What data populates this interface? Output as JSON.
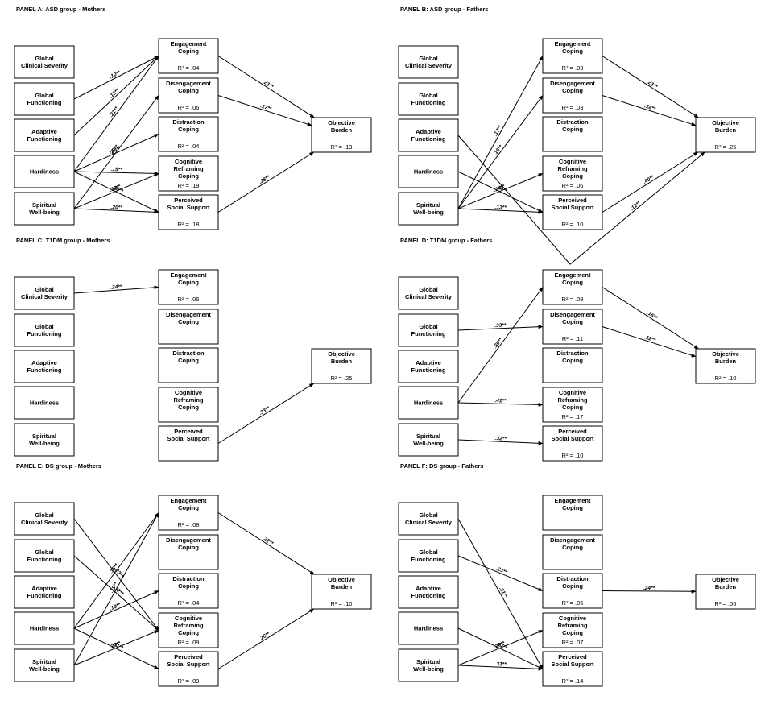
{
  "panels": [
    {
      "title": "PANEL A: ASD group - Mothers",
      "boxes": {
        "p1": {
          "lines": [
            "Global",
            "Clinical Severity"
          ]
        },
        "p2": {
          "lines": [
            "Global",
            "Functioning"
          ]
        },
        "p3": {
          "lines": [
            "Adaptive",
            "Functioning"
          ]
        },
        "p4": {
          "lines": [
            "Hardiness"
          ]
        },
        "p5": {
          "lines": [
            "Spiritual",
            "Well-being"
          ]
        },
        "m1": {
          "lines": [
            "Engagement",
            "Coping"
          ],
          "r2": "R² = .04"
        },
        "m2": {
          "lines": [
            "Disengagement",
            "Coping"
          ],
          "r2": "R² = .06"
        },
        "m3": {
          "lines": [
            "Distraction",
            "Coping"
          ],
          "r2": "R² = .04"
        },
        "m4": {
          "lines": [
            "Cognitive",
            "Reframing",
            "Coping"
          ],
          "r2": "R² = .19"
        },
        "m5": {
          "lines": [
            "Perceived",
            "Social Support"
          ],
          "r2": "R² = .18"
        },
        "o": {
          "lines": [
            "Objective",
            "Burden"
          ],
          "r2": "R² = .13"
        }
      },
      "paths": [
        {
          "from": "p2",
          "to": "m1",
          "coef": ".10**"
        },
        {
          "from": "p3",
          "to": "m1",
          "coef": ".18**"
        },
        {
          "from": "p4",
          "to": "m1",
          "coef": ".21**"
        },
        {
          "from": "p5",
          "to": "m2",
          "coef": ".20**"
        },
        {
          "from": "p4",
          "to": "m3",
          "coef": ".19**"
        },
        {
          "from": "p4",
          "to": "m4",
          "coef": ".15**"
        },
        {
          "from": "p4",
          "to": "m5",
          "coef": ".30**"
        },
        {
          "from": "p5",
          "to": "m4",
          "coef": ".32**"
        },
        {
          "from": "p5",
          "to": "m5",
          "coef": ".20**"
        },
        {
          "from": "m1",
          "to": "o",
          "coef": ".21**"
        },
        {
          "from": "m2",
          "to": "o",
          "coef": ".17**"
        },
        {
          "from": "m5",
          "to": "o",
          "coef": ".28**"
        }
      ]
    },
    {
      "title": "PANEL B: ASD group - Fathers",
      "boxes": {
        "p1": {
          "lines": [
            "Global",
            "Clinical Severity"
          ]
        },
        "p2": {
          "lines": [
            "Global",
            "Functioning"
          ]
        },
        "p3": {
          "lines": [
            "Adaptive",
            "Functioning"
          ]
        },
        "p4": {
          "lines": [
            "Hardiness"
          ]
        },
        "p5": {
          "lines": [
            "Spiritual",
            "Well-being"
          ]
        },
        "m1": {
          "lines": [
            "Engagement",
            "Coping"
          ],
          "r2": "R² = .03"
        },
        "m2": {
          "lines": [
            "Disengagement",
            "Coping"
          ],
          "r2": "R² = .03"
        },
        "m3": {
          "lines": [
            "Distraction",
            "Coping"
          ]
        },
        "m4": {
          "lines": [
            "Cognitive",
            "Reframing",
            "Coping"
          ],
          "r2": "R² = .06"
        },
        "m5": {
          "lines": [
            "Perceived",
            "Social Support"
          ],
          "r2": "R² = .10"
        },
        "o": {
          "lines": [
            "Objective",
            "Burden"
          ],
          "r2": "R² = .25"
        }
      },
      "paths": [
        {
          "from": "p5",
          "to": "m1",
          "coef": ".17**"
        },
        {
          "from": "p5",
          "to": "m2",
          "coef": ".18**"
        },
        {
          "from": "p5",
          "to": "m4",
          "coef": ".24**"
        },
        {
          "from": "p4",
          "to": "m5",
          "coef": ".24**"
        },
        {
          "from": "p5",
          "to": "m5",
          "coef": ".13**"
        },
        {
          "from": "m1",
          "to": "o",
          "coef": ".21**"
        },
        {
          "from": "m2",
          "to": "o",
          "coef": ".18**"
        },
        {
          "from": "m5",
          "to": "o",
          "coef": ".40**"
        },
        {
          "from": "p3",
          "to": "o",
          "coef": ".12**",
          "via": [
            708,
            328
          ]
        }
      ]
    },
    {
      "title": "PANEL C: T1DM group - Mothers",
      "boxes": {
        "p1": {
          "lines": [
            "Global",
            "Clinical Severity"
          ]
        },
        "p2": {
          "lines": [
            "Global",
            "Functioning"
          ]
        },
        "p3": {
          "lines": [
            "Adaptive",
            "Functioning"
          ]
        },
        "p4": {
          "lines": [
            "Hardiness"
          ]
        },
        "p5": {
          "lines": [
            "Spiritual",
            "Well-being"
          ]
        },
        "m1": {
          "lines": [
            "Engagement",
            "Coping"
          ],
          "r2": "R² = .06"
        },
        "m2": {
          "lines": [
            "Disengagement",
            "Coping"
          ]
        },
        "m3": {
          "lines": [
            "Distraction",
            "Coping"
          ]
        },
        "m4": {
          "lines": [
            "Cognitive",
            "Reframing",
            "Coping"
          ]
        },
        "m5": {
          "lines": [
            "Perceived",
            "Social Support"
          ]
        },
        "o": {
          "lines": [
            "Objective",
            "Burden"
          ],
          "r2": "R² = .25"
        }
      },
      "paths": [
        {
          "from": "p1",
          "to": "m1",
          "coef": ".24**"
        },
        {
          "from": "m5",
          "to": "o",
          "coef": ".33**"
        }
      ]
    },
    {
      "title": "PANEL D: T1DM group - Fathers",
      "boxes": {
        "p1": {
          "lines": [
            "Global",
            "Clinical Severity"
          ]
        },
        "p2": {
          "lines": [
            "Global",
            "Functioning"
          ]
        },
        "p3": {
          "lines": [
            "Adaptive",
            "Functioning"
          ]
        },
        "p4": {
          "lines": [
            "Hardiness"
          ]
        },
        "p5": {
          "lines": [
            "Spiritual",
            "Well-being"
          ]
        },
        "m1": {
          "lines": [
            "Engagement",
            "Coping"
          ],
          "r2": "R² = .09"
        },
        "m2": {
          "lines": [
            "Disengagement",
            "Coping"
          ],
          "r2": "R² = .11"
        },
        "m3": {
          "lines": [
            "Distraction",
            "Coping"
          ]
        },
        "m4": {
          "lines": [
            "Cognitive",
            "Reframing",
            "Coping"
          ],
          "r2": "R² = .17"
        },
        "m5": {
          "lines": [
            "Perceived",
            "Social Support"
          ],
          "r2": "R² = .10"
        },
        "o": {
          "lines": [
            "Objective",
            "Burden"
          ],
          "r2": "R² = .10"
        }
      },
      "paths": [
        {
          "from": "p2",
          "to": "m2",
          "coef": ".33**"
        },
        {
          "from": "p4",
          "to": "m1",
          "coef": ".30**"
        },
        {
          "from": "p4",
          "to": "m4",
          "coef": ".41**"
        },
        {
          "from": "p5",
          "to": "m5",
          "coef": ".32**"
        },
        {
          "from": "m1",
          "to": "o",
          "coef": ".16**"
        },
        {
          "from": "m2",
          "to": "o",
          "coef": ".12**"
        }
      ]
    },
    {
      "title": "PANEL E: DS group - Mothers",
      "boxes": {
        "p1": {
          "lines": [
            "Global",
            "Clinical Severity"
          ]
        },
        "p2": {
          "lines": [
            "Global",
            "Functioning"
          ]
        },
        "p3": {
          "lines": [
            "Adaptive",
            "Functioning"
          ]
        },
        "p4": {
          "lines": [
            "Hardiness"
          ]
        },
        "p5": {
          "lines": [
            "Spiritual",
            "Well-being"
          ]
        },
        "m1": {
          "lines": [
            "Engagement",
            "Coping"
          ],
          "r2": "R² = .08"
        },
        "m2": {
          "lines": [
            "Disengagement",
            "Coping"
          ]
        },
        "m3": {
          "lines": [
            "Distraction",
            "Coping"
          ],
          "r2": "R² = .04"
        },
        "m4": {
          "lines": [
            "Cognitive",
            "Reframing",
            "Coping"
          ],
          "r2": "R² = .09"
        },
        "m5": {
          "lines": [
            "Perceived",
            "Social Support"
          ],
          "r2": "R² = .09"
        },
        "o": {
          "lines": [
            "Objective",
            "Burden"
          ],
          "r2": "R² = .10"
        }
      },
      "paths": [
        {
          "from": "p1",
          "to": "m4",
          "coef": ".23**"
        },
        {
          "from": "p2",
          "to": "m4",
          "coef": ".32**"
        },
        {
          "from": "p4",
          "to": "m1",
          "coef": ".15**"
        },
        {
          "from": "p5",
          "to": "m1",
          "coef": ".19**"
        },
        {
          "from": "p4",
          "to": "m3",
          "coef": ".19**"
        },
        {
          "from": "p5",
          "to": "m4",
          "coef": ".23**"
        },
        {
          "from": "p4",
          "to": "m5",
          "coef": ".31**"
        },
        {
          "from": "m1",
          "to": "o",
          "coef": ".22**"
        },
        {
          "from": "m5",
          "to": "o",
          "coef": ".26**"
        }
      ]
    },
    {
      "title": "PANEL F: DS group - Fathers",
      "boxes": {
        "p1": {
          "lines": [
            "Global",
            "Clinical Severity"
          ]
        },
        "p2": {
          "lines": [
            "Global",
            "Functioning"
          ]
        },
        "p3": {
          "lines": [
            "Adaptive",
            "Functioning"
          ]
        },
        "p4": {
          "lines": [
            "Hardiness"
          ]
        },
        "p5": {
          "lines": [
            "Spiritual",
            "Well-being"
          ]
        },
        "m1": {
          "lines": [
            "Engagement",
            "Coping"
          ]
        },
        "m2": {
          "lines": [
            "Disengagement",
            "Coping"
          ]
        },
        "m3": {
          "lines": [
            "Distraction",
            "Coping"
          ],
          "r2": "R² = .05"
        },
        "m4": {
          "lines": [
            "Cognitive",
            "Reframing",
            "Coping"
          ],
          "r2": "R² = .07"
        },
        "m5": {
          "lines": [
            "Perceived",
            "Social Support"
          ],
          "r2": "R² = .14"
        },
        "o": {
          "lines": [
            "Objective",
            "Burden"
          ],
          "r2": "R² = .06"
        }
      },
      "paths": [
        {
          "from": "p1",
          "to": "m5",
          "coef": ".21**"
        },
        {
          "from": "p2",
          "to": "m3",
          "coef": ".23**"
        },
        {
          "from": "p4",
          "to": "m5",
          "coef": ".17**"
        },
        {
          "from": "p5",
          "to": "m4",
          "coef": ".26**"
        },
        {
          "from": "p5",
          "to": "m5",
          "coef": ".31**"
        },
        {
          "from": "m3",
          "to": "o",
          "coef": ".24**"
        }
      ]
    }
  ]
}
